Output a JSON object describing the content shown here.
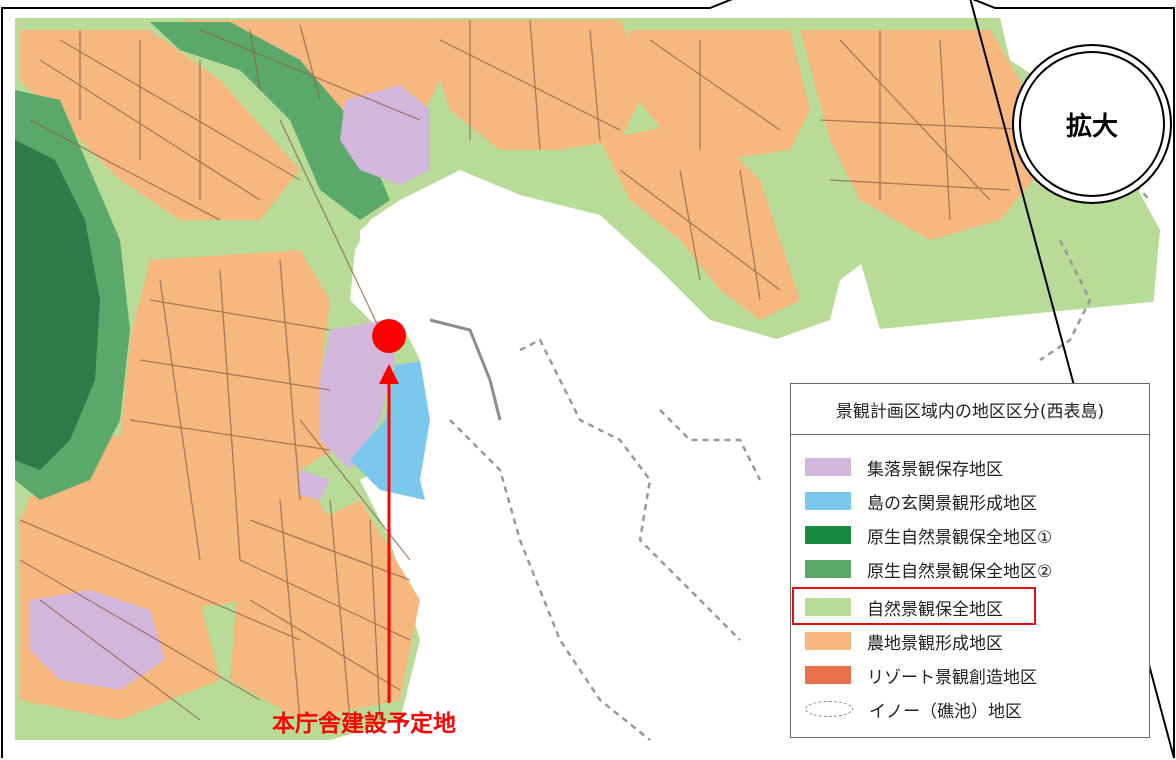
{
  "zoom_label": "拡大",
  "legend": {
    "title": "景観計画区域内の地区区分(西表島)",
    "items": [
      {
        "label": "集落景観保存地区",
        "color": "#d3b6dc"
      },
      {
        "label": "島の玄関景観形成地区",
        "color": "#7cc8ec"
      },
      {
        "label": "原生自然景観保全地区①",
        "color": "#1a8a42"
      },
      {
        "label": "原生自然景観保全地区②",
        "color": "#5aa86a"
      },
      {
        "label": "自然景観保全地区",
        "color": "#b8dc98"
      },
      {
        "label": "農地景観形成地区",
        "color": "#f6b87e"
      },
      {
        "label": "リゾート景観創造地区",
        "color": "#e8704a"
      },
      {
        "label": "イノー（礁池）地区",
        "color": "none"
      }
    ]
  },
  "marker_label": "本庁舎建設予定地",
  "colors": {
    "marker": "#ff0000",
    "highlight": "#e01010",
    "sea": "#ffffff"
  }
}
